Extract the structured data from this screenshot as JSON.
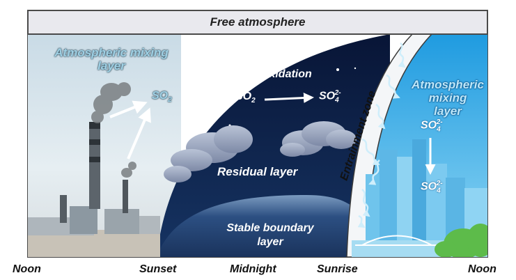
{
  "header": {
    "title": "Free atmosphere"
  },
  "labels": {
    "mixing_left": [
      "Atmospheric mixing",
      "layer"
    ],
    "so2_left": "SO",
    "oxidation": "Oxidation",
    "so2_night": "SO",
    "so4_night": "SO",
    "residual": "Residual layer",
    "stable": [
      "Stable boundary",
      "layer"
    ],
    "entrainment": "Entrainment zone",
    "mixing_right": [
      "Atmospheric",
      "mixing",
      "layer"
    ],
    "so4_right_top": "SO",
    "so4_right_bottom": "SO"
  },
  "chem": {
    "two": "2",
    "four": "4",
    "charge": "2-"
  },
  "timeline": [
    "Noon",
    "Sunset",
    "Midnight",
    "Sunrise",
    "Noon"
  ],
  "colors": {
    "day_sky_left": "#dbe6ec",
    "night_sky": "#0b1b3f",
    "day_sky_right": "#2aa7e6",
    "header_bg": "#e9e9ee",
    "label_blue": "#9fd0e4"
  }
}
